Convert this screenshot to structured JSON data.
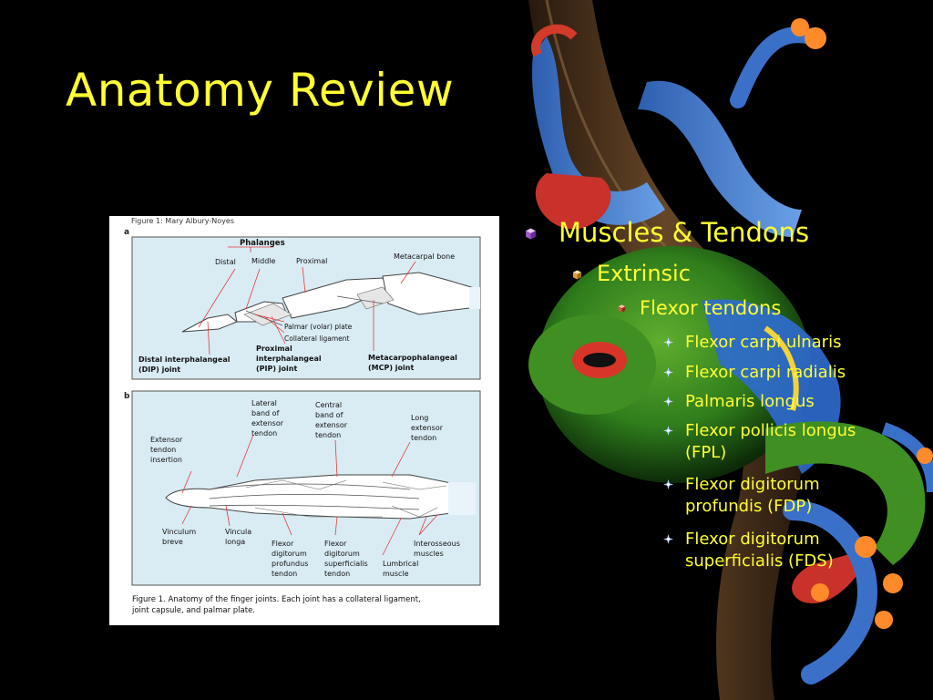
{
  "slide": {
    "title": "Anatomy Review"
  },
  "figure": {
    "credit": "Figure 1: Mary Albury-Noyes",
    "panel_a": {
      "letter": "a",
      "phalanges": "Phalanges",
      "distal": "Distal",
      "middle": "Middle",
      "proximal": "Proximal",
      "metacarpal_bone": "Metacarpal bone",
      "palmar_plate": "Palmar (volar) plate",
      "collateral_ligament": "Collateral ligament",
      "dip_line1": "Distal interphalangeal",
      "dip_line2": "(DIP) joint",
      "pip_line1": "Proximal",
      "pip_line2": "interphalangeal",
      "pip_line3": "(PIP) joint",
      "mcp_line1": "Metacarpophalangeal",
      "mcp_line2": "(MCP) joint"
    },
    "panel_b": {
      "letter": "b",
      "lateral_band": [
        "Lateral",
        "band of",
        "extensor",
        "tendon"
      ],
      "central_band": [
        "Central",
        "band of",
        "extensor",
        "tendon"
      ],
      "long_extensor": [
        "Long",
        "extensor",
        "tendon"
      ],
      "extensor_insertion": [
        "Extensor",
        "tendon",
        "insertion"
      ],
      "vinculum_breve": [
        "Vinculum",
        "breve"
      ],
      "vincula_longa": [
        "Vincula",
        "longa"
      ],
      "fdp": [
        "Flexor",
        "digitorum",
        "profundus",
        "tendon"
      ],
      "fds": [
        "Flexor",
        "digitorum",
        "superficialis",
        "tendon"
      ],
      "lumbrical": [
        "Lumbrical",
        "muscle"
      ],
      "interosseous": [
        "Interosseous",
        "muscles"
      ]
    },
    "caption_line1": "Figure 1. Anatomy of the finger joints. Each joint has a collateral ligament,",
    "caption_line2": "joint capsule, and palmar plate."
  },
  "outline": {
    "level1": "Muscles & Tendons",
    "level2": "Extrinsic",
    "level3": "Flexor tendons",
    "level4": [
      [
        "Flexor carpi ulnaris"
      ],
      [
        "Flexor carpi radialis"
      ],
      [
        "Palmaris longus"
      ],
      [
        "Flexor pollicis longus",
        "(FPL)"
      ],
      [
        "Flexor digitorum",
        "profundis (FDP)"
      ],
      [
        "Flexor digitorum",
        "superficialis (FDS)"
      ]
    ]
  },
  "colors": {
    "text": "#ffff33",
    "background": "#000000",
    "figure_panel": "#d9ecf4"
  },
  "icons": {
    "outline_bullets": [
      "purple-cube-icon",
      "orange-cube-icon",
      "red-cube-icon",
      "blue-sparkle-icon"
    ]
  }
}
